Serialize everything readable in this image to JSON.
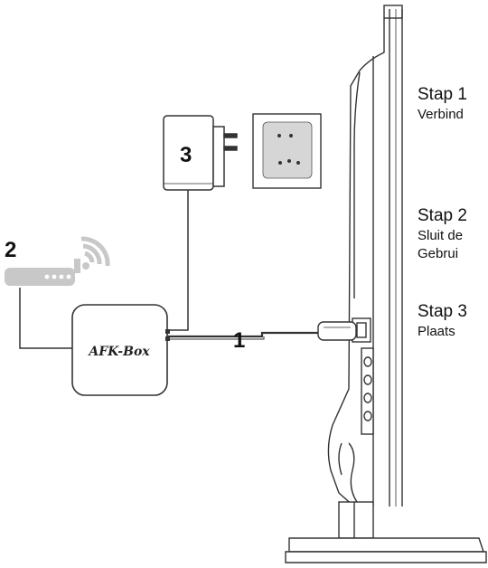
{
  "labels": {
    "cable_hdmi": "1",
    "cable_router": "2",
    "cable_power": "3"
  },
  "device": {
    "brand": "AFK-Box"
  },
  "steps": [
    {
      "title": "Stap 1",
      "lines": [
        "Verbind"
      ]
    },
    {
      "title": "Stap 2",
      "lines": [
        "Sluit de",
        "Gebrui"
      ]
    },
    {
      "title": "Stap 3",
      "lines": [
        "Plaats"
      ]
    }
  ],
  "colors": {
    "line": "#333333",
    "router_grey": "#c8c8c8",
    "outlet_grey": "#cfcfcf"
  }
}
